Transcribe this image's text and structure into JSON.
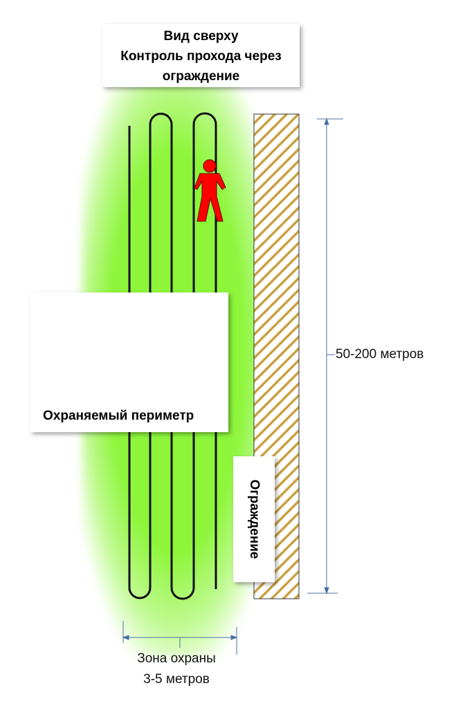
{
  "title": {
    "line1": "Вид сверху",
    "line2": "Контроль прохода через",
    "line3": "ограждение"
  },
  "perimeter_label": "Охраняемый периметр",
  "fence_label": "Ограждение",
  "length_label": "50-200 метров",
  "zone_label": {
    "line1": "Зона охраны",
    "line2": "3-5 метров"
  },
  "colors": {
    "zone": "#8df53a",
    "intruder": "#ff0000",
    "staff": "#8ee83a",
    "hatch": "#c9a040",
    "dimension": "#4a6fa5"
  }
}
